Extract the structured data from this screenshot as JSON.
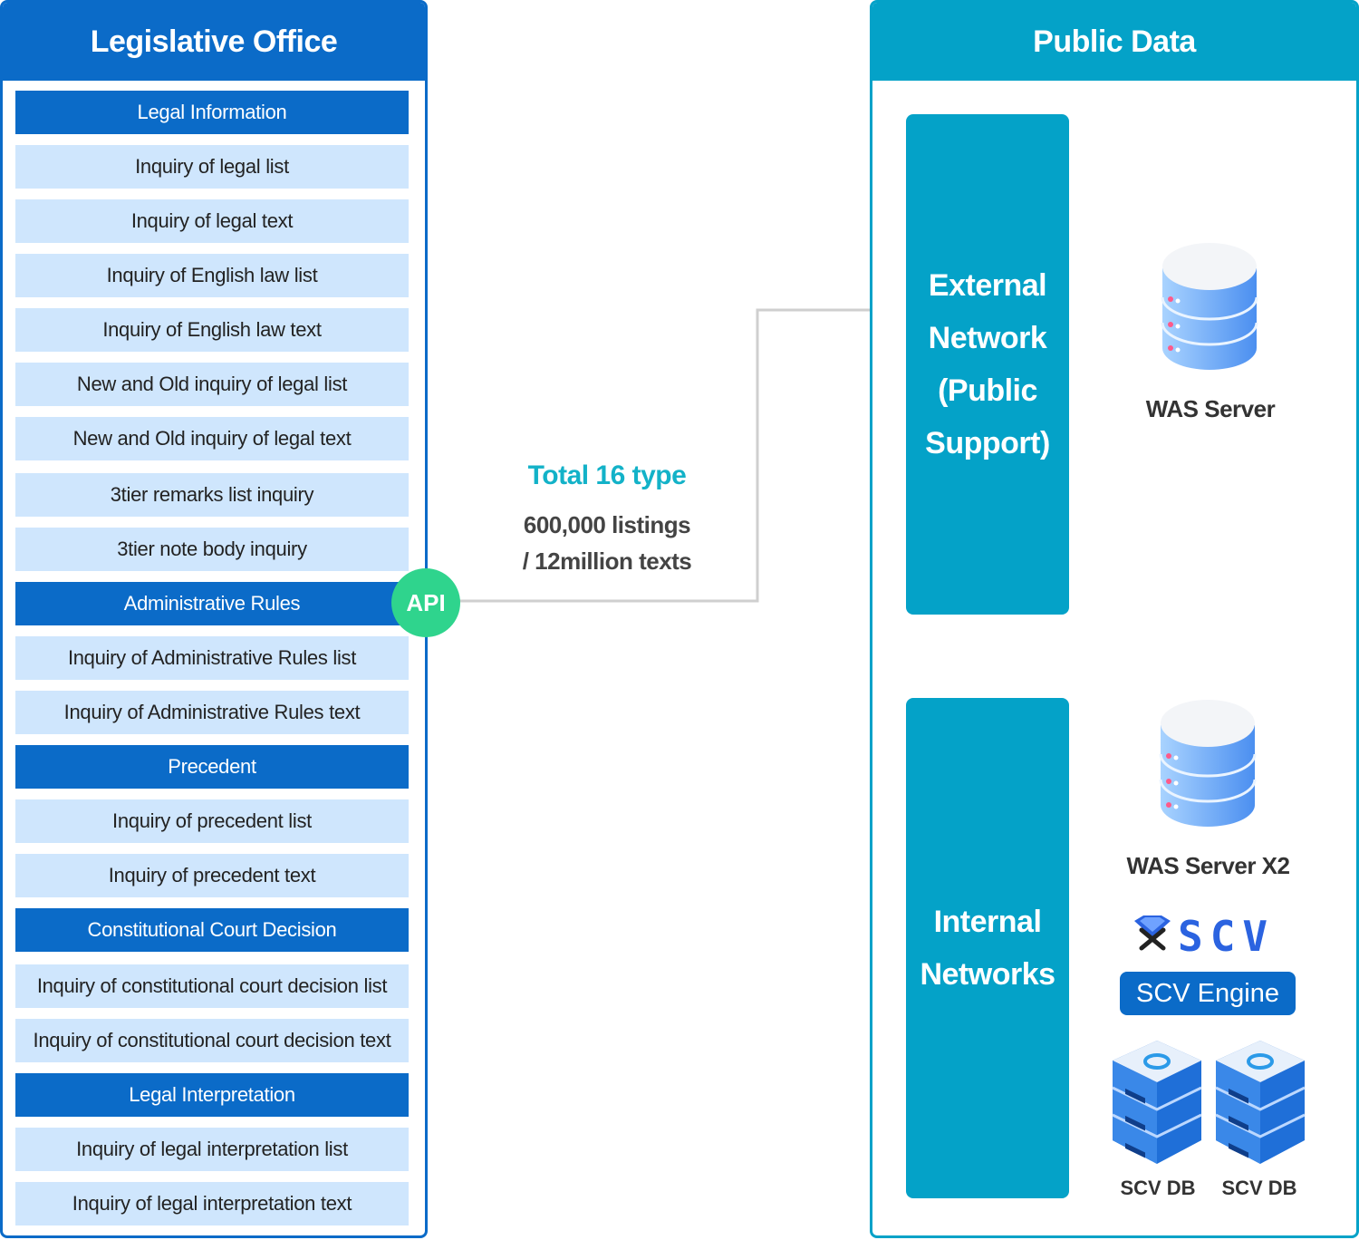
{
  "left": {
    "title": "Legislative Office",
    "rows": [
      {
        "type": "cat",
        "label": "Legal Information"
      },
      {
        "type": "item",
        "label": "Inquiry of legal list"
      },
      {
        "type": "item",
        "label": "Inquiry of legal text"
      },
      {
        "type": "item",
        "label": "Inquiry of English law list"
      },
      {
        "type": "item",
        "label": "Inquiry of English law text"
      },
      {
        "type": "item",
        "label": "New and Old inquiry of legal list"
      },
      {
        "type": "item",
        "label": "New and Old inquiry of legal text"
      },
      {
        "type": "item",
        "label": "3tier remarks list inquiry"
      },
      {
        "type": "item",
        "label": "3tier note body inquiry"
      },
      {
        "type": "cat",
        "label": "Administrative Rules"
      },
      {
        "type": "item",
        "label": "Inquiry of Administrative Rules list"
      },
      {
        "type": "item",
        "label": "Inquiry of Administrative Rules text"
      },
      {
        "type": "cat",
        "label": "Precedent"
      },
      {
        "type": "item",
        "label": "Inquiry of precedent list"
      },
      {
        "type": "item",
        "label": "Inquiry of precedent text"
      },
      {
        "type": "cat",
        "label": "Constitutional Court Decision"
      },
      {
        "type": "item",
        "label": "Inquiry of constitutional court decision list"
      },
      {
        "type": "item",
        "label": "Inquiry of constitutional court decision text"
      },
      {
        "type": "cat",
        "label": "Legal Interpretation"
      },
      {
        "type": "item",
        "label": "Inquiry of legal interpretation list"
      },
      {
        "type": "item",
        "label": "Inquiry of legal interpretation text"
      }
    ]
  },
  "api_label": "API",
  "middle": {
    "title": "Total 16 type",
    "line1": "600,000 listings",
    "line2": "/ 12million texts"
  },
  "right": {
    "title": "Public Data",
    "external_network": [
      "External",
      "Network",
      "(Public",
      "Support)"
    ],
    "internal_network": [
      "Internal",
      "Networks"
    ],
    "was_server": "WAS Server",
    "was_server_x2": "WAS Server X2",
    "scv_logo": "SCV",
    "scv_engine": "SCV Engine",
    "scv_db_1": "SCV DB",
    "scv_db_2": "SCV DB"
  },
  "colors": {
    "left_blue": "#0b6bc8",
    "light_blue": "#cfe6fd",
    "teal": "#04a2c8",
    "api_green": "#2fd48d",
    "accent_cyan": "#13b2c8"
  }
}
